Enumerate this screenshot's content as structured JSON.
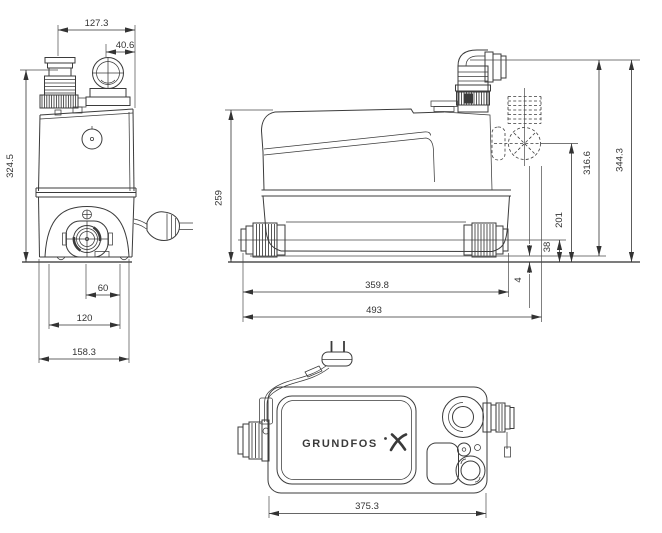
{
  "meta": {
    "background": "#ffffff",
    "line_color": "#3b3b3b",
    "text_color": "#333333",
    "drawing_type": "pump dimensional drawing"
  },
  "front_view": {
    "height_total": "324.5",
    "width_top": "127.3",
    "vent_port_offset": "40.6",
    "port_to_mount": "60",
    "mount_spacing": "120",
    "base_width": "158.3"
  },
  "side_view": {
    "height_body": "259",
    "base_clearance": "4",
    "height_inlet_center": "38",
    "height_optional_inlet": "201",
    "height_outlet": "316.6",
    "height_total": "344.3",
    "length_body": "359.8",
    "length_total": "493"
  },
  "top_view": {
    "length_body": "375.3",
    "brand_logo": "GRUNDFOS"
  }
}
